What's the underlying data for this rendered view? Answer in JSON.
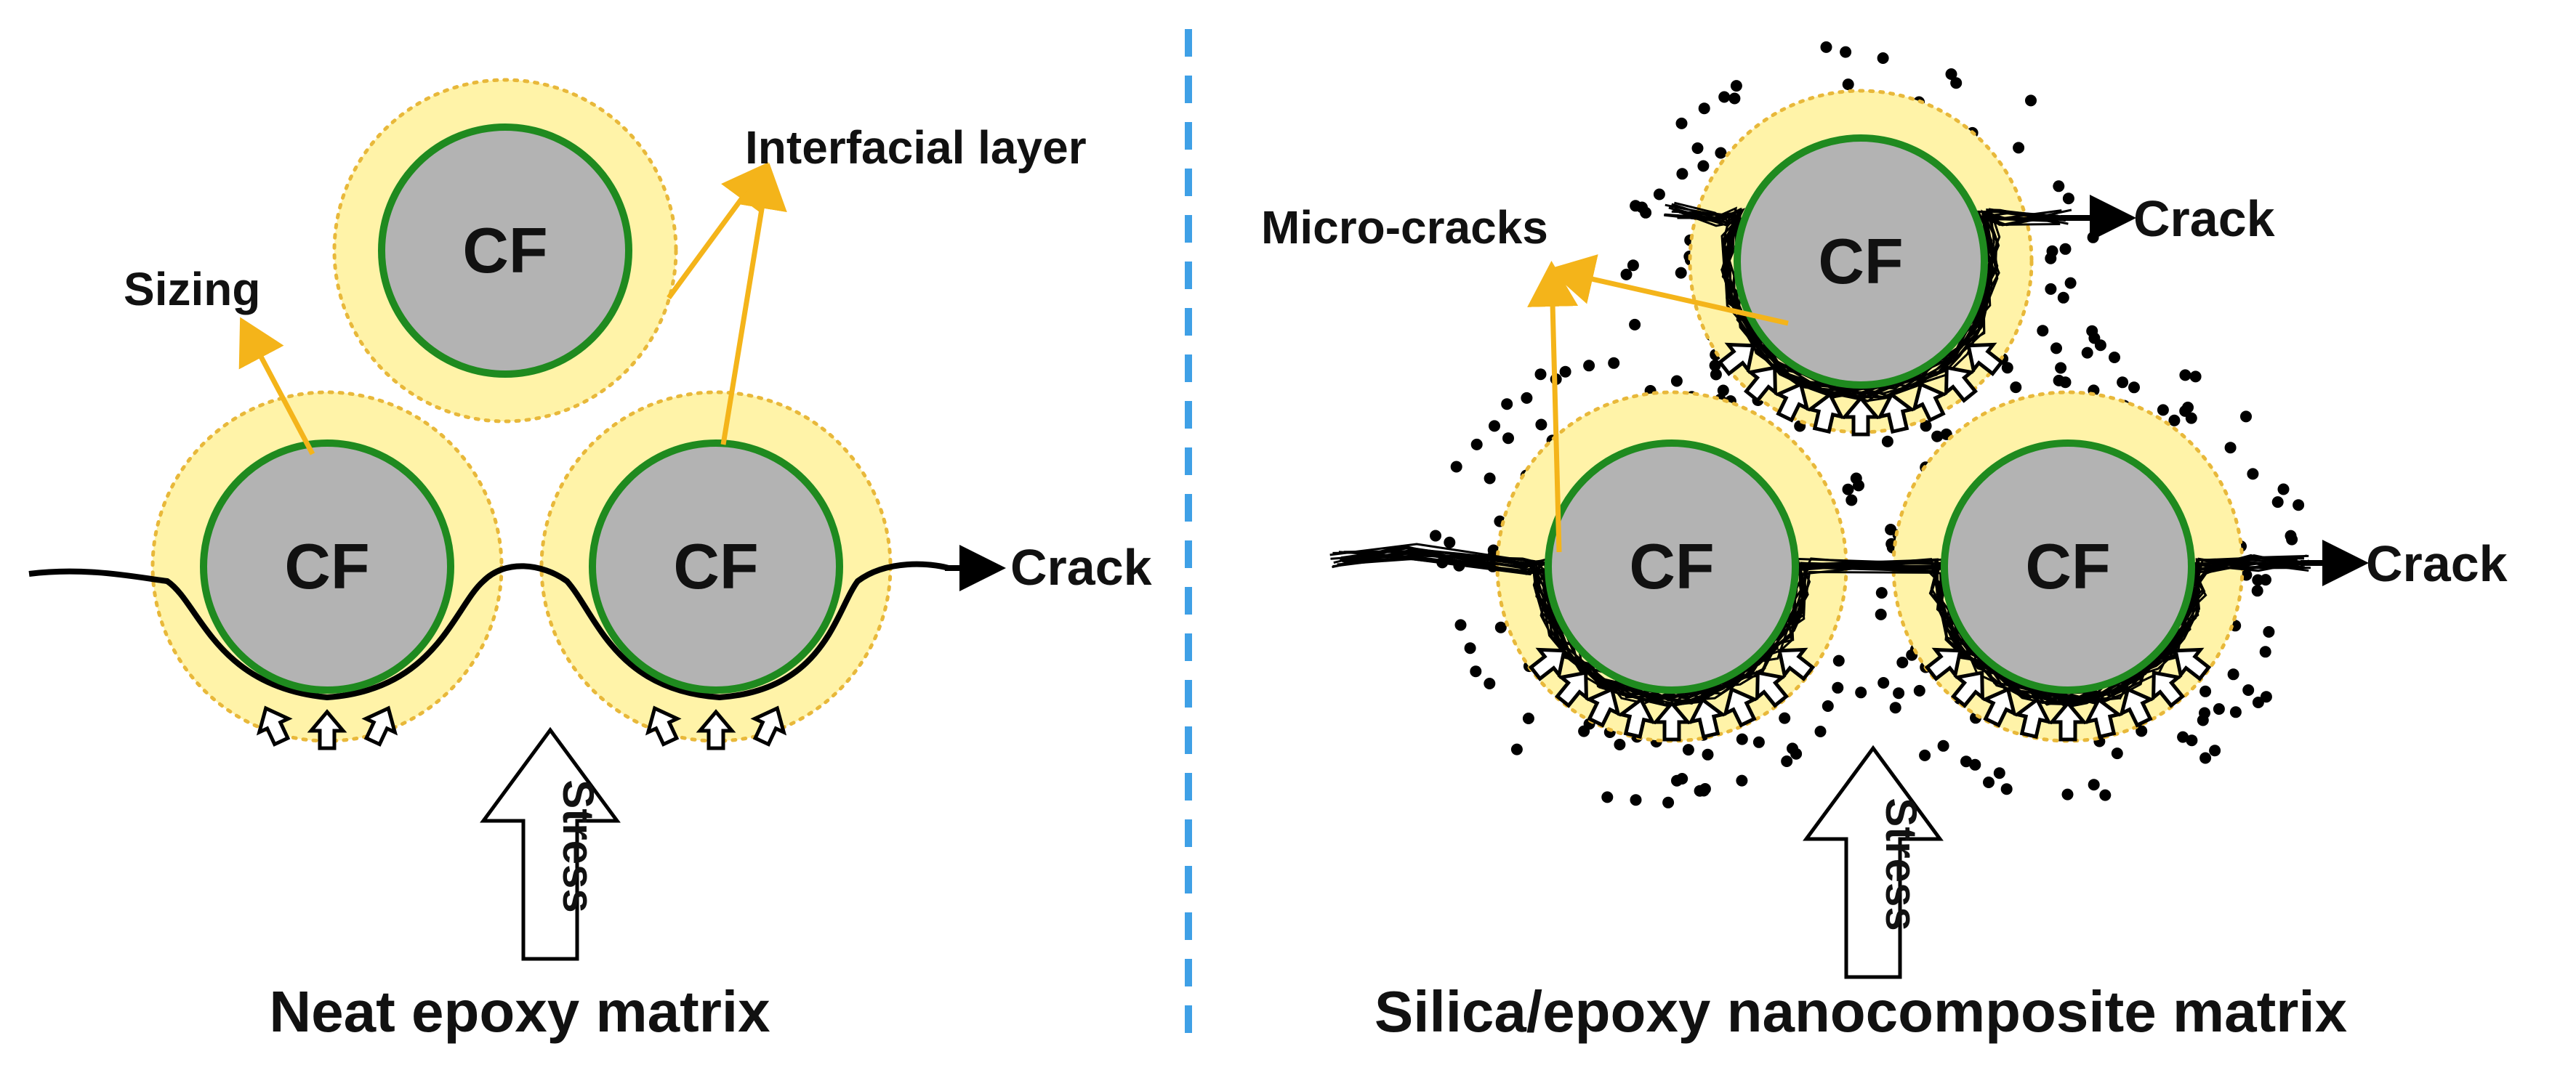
{
  "colors": {
    "fiber": "#b3b3b3",
    "fiber_ring": "#1f8a1f",
    "sizing": "#fff3a8",
    "sizing_dots": "#e8b83a",
    "pointer": "#f4b41a",
    "divider": "#3fa0e6",
    "nanoparticle": "#000000"
  },
  "left_panel": {
    "title": "Neat epoxy matrix",
    "labels": {
      "sizing": "Sizing",
      "interfacial": "Interfacial layer",
      "crack": "Crack",
      "stress": "Stress"
    },
    "fibers": [
      "CF",
      "CF",
      "CF"
    ]
  },
  "right_panel": {
    "title": "Silica/epoxy nanocomposite matrix",
    "labels": {
      "micro_cracks": "Micro-cracks",
      "crack_top": "Crack",
      "crack_bottom": "Crack",
      "stress": "Stress"
    },
    "fibers": [
      "CF",
      "CF",
      "CF"
    ]
  }
}
